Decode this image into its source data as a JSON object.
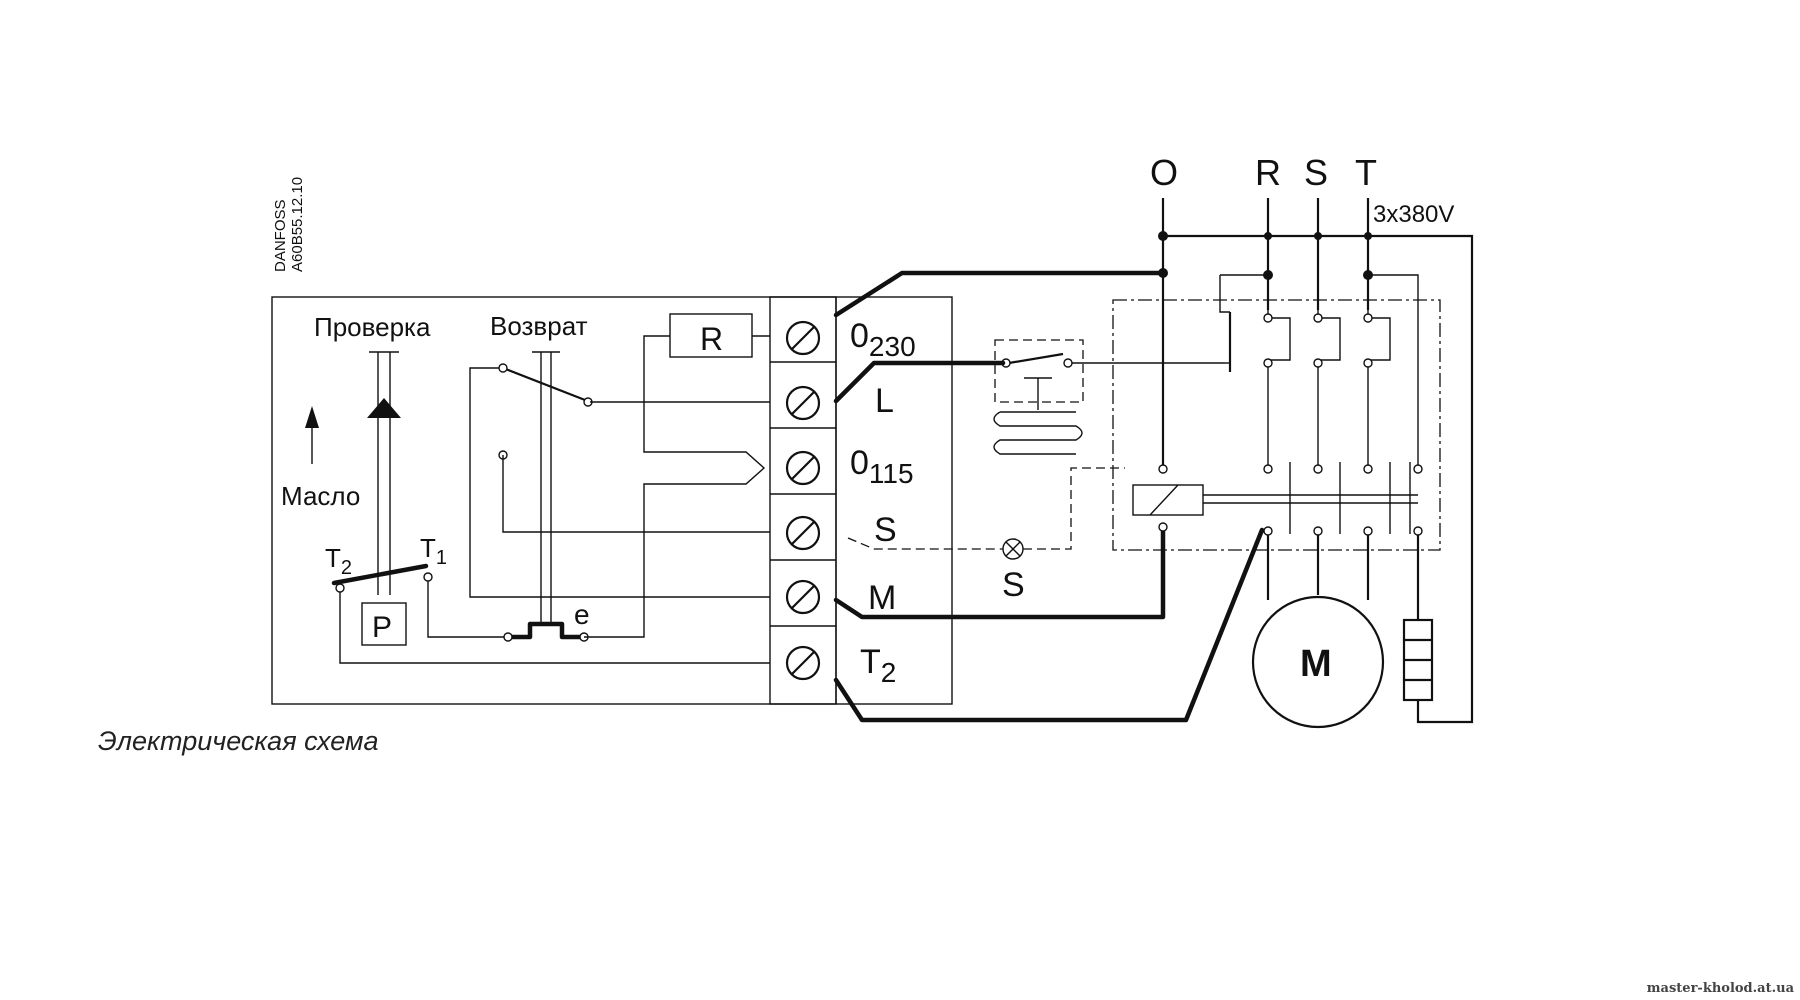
{
  "doc_code": {
    "brand": "DANFOSS",
    "number": "A60B55.12.10"
  },
  "labels": {
    "check": "Проверка",
    "reset": "Возврат",
    "oil": "Масло",
    "resistor": "R",
    "pressure": "P",
    "e": "e",
    "t1_base": "T",
    "t1_sub": "1",
    "t2_base": "T",
    "t2_sub": "2"
  },
  "terminals": [
    {
      "base": "0",
      "sub": "230"
    },
    {
      "base": "L",
      "sub": ""
    },
    {
      "base": "0",
      "sub": "115"
    },
    {
      "base": "S",
      "sub": ""
    },
    {
      "base": "M",
      "sub": ""
    },
    {
      "base": "T",
      "sub": "2"
    }
  ],
  "lamp_label": "S",
  "phases": [
    "O",
    "R",
    "S",
    "T"
  ],
  "supply": "3x380V",
  "motor": "M",
  "caption": "Электрическая схема",
  "watermark": "master-kholod.at.ua"
}
